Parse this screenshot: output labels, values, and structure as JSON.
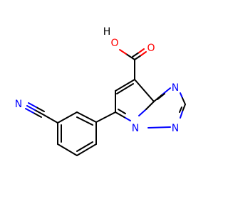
{
  "molecule": {
    "atoms": {
      "hydroxyl_h": "H",
      "hydroxyl_o": "O",
      "carbonyl_o": "O",
      "triazole_n3": "N",
      "triazole_n1": "N",
      "triazole_n2": "N",
      "nitrile_n": "N"
    }
  },
  "colors": {
    "oxygen": "#ff0000",
    "nitrogen": "#0000ff",
    "hydrogen": "#000000",
    "bond": "#000000"
  }
}
